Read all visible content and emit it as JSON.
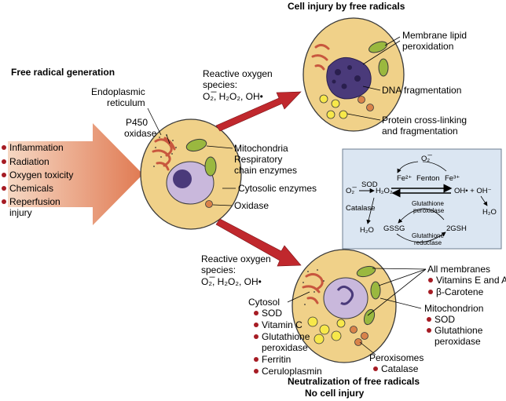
{
  "titles": {
    "generation": "Free radical generation",
    "injury": "Cell injury by free radicals",
    "neutralization_1": "Neutralization of free radicals",
    "neutralization_2": "No cell injury"
  },
  "sources": [
    "Inflammation",
    "Radiation",
    "Oxygen toxicity",
    "Chemicals",
    "Reperfusion",
    "injury"
  ],
  "ros_top": [
    "Reactive oxygen",
    "species:",
    "O₂̅, H₂O₂, OH•"
  ],
  "ros_bottom": [
    "Reactive oxygen",
    "species:",
    "O₂̅, H₂O₂, OH•"
  ],
  "center_cell": {
    "er": [
      "Endoplasmic",
      "reticulum"
    ],
    "p450": [
      "P450",
      "oxidase"
    ],
    "mito": [
      "Mitochondria",
      "Respiratory",
      "chain enzymes"
    ],
    "cytosolic": "Cytosolic enzymes",
    "oxidase": "Oxidase"
  },
  "injury_labels": {
    "membrane": [
      "Membrane lipid",
      "peroxidation"
    ],
    "dna": "DNA fragmentation",
    "protein": [
      "Protein cross-linking",
      "and fragmentation"
    ]
  },
  "reaction_box": {
    "o2_top": "O₂̅",
    "fe2": "Fe²⁺",
    "fenton": "Fenton",
    "fe3": "Fe³⁺",
    "o2_left": "O₂̅",
    "sod": "SOD",
    "h2o2": "H₂O₂",
    "oh": "OH• + OH⁻",
    "catalase": "Catalase",
    "h2o_left": "H₂O",
    "gp": [
      "Glutathione",
      "peroxidase"
    ],
    "gssg": "GSSG",
    "gsh": "2GSH",
    "gr": [
      "Glutathione",
      "reductase"
    ],
    "h2o_right": "H₂O"
  },
  "antioxidants": {
    "cytosol_title": "Cytosol",
    "cytosol": [
      "SOD",
      "Vitamin C",
      "Glutathione",
      "peroxidase",
      "Ferritin",
      "Ceruloplasmin"
    ],
    "membranes_title": "All membranes",
    "membranes": [
      "Vitamins E and A",
      "β-Carotene"
    ],
    "mito_title": "Mitochondrion",
    "mito": [
      "SOD",
      "Glutathione",
      "peroxidase"
    ],
    "perox_title": "Peroxisomes",
    "perox": [
      "Catalase"
    ]
  },
  "colors": {
    "cell_fill": "#f0d189",
    "cell_stroke": "#3a3a3a",
    "nucleus": "#c9b8dc",
    "chromatin": "#4a3a7a",
    "er": "#c8573e",
    "mito_fill": "#9ab83f",
    "yellow_vesicle": "#f7e84a",
    "orange_vesicle": "#d9834a",
    "arrow_red": "#c0282d",
    "bullet": "#a61c24",
    "box_fill": "#dbe6f2",
    "box_stroke": "#6c7d90"
  }
}
